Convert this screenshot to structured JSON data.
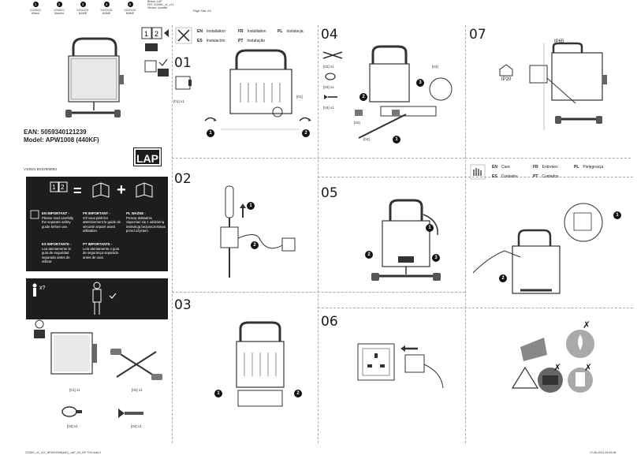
{
  "header": {
    "items": [
      {
        "num": "1",
        "date": "21/05/21",
        "name": "Wilson"
      },
      {
        "num": "2",
        "date": "12/06/21",
        "name": "Marsha"
      },
      {
        "num": "3",
        "date": "XX/XX/21",
        "name": "NAME"
      },
      {
        "num": "4",
        "date": "XX/XX/21",
        "name": "NAME"
      },
      {
        "num": "5",
        "date": "XX/XX/21",
        "name": "NAME"
      }
    ],
    "brand": "Brand: LAP",
    "pid": "PID: 219981_v1_v12",
    "vendor": "Vendor: Aurafile",
    "page_size": "Page Size: A3"
  },
  "product": {
    "ean": "EAN: 5059340121239",
    "model": "Model: APW1008 (440KF)",
    "code": "V10621  BX220IM/B3",
    "logo": "LAP"
  },
  "install_langs": [
    {
      "code": "EN",
      "text": "Installation"
    },
    {
      "code": "FR",
      "text": "Installation"
    },
    {
      "code": "PL",
      "text": "Instalacja"
    },
    {
      "code": "ES",
      "text": "Instalación"
    },
    {
      "code": "PT",
      "text": "Instalação"
    }
  ],
  "care_langs": [
    {
      "code": "EN",
      "text": "Care"
    },
    {
      "code": "FR",
      "text": "Entretien"
    },
    {
      "code": "PL",
      "text": "Pielęgnacja"
    },
    {
      "code": "ES",
      "text": "Cuidados"
    },
    {
      "code": "PT",
      "text": "Cuidados"
    }
  ],
  "important": {
    "en_title": "IMPORTANT -",
    "en_body": "Please read carefully the separate safety guide before use.",
    "fr_title": "IMPORTANT -",
    "fr_body": "S'il vous plaît lire attentivement le guide de sécurité séparé avant utilisation.",
    "pl_title": "WAŻNE -",
    "pl_body": "Proszę dokładnie zapoznać się z oddzielną instrukcją bezpieczeństwa przed użyciem.",
    "es_title": "IMPORTANTE -",
    "es_body": "Lea atentamente la guía de seguridad separado antes de utilizar.",
    "pt_title": "IMPORTANTE -",
    "pt_body": "Leia atentamente o guia de segurança separado antes de usar.",
    "labels": {
      "en": "EN",
      "fr": "FR",
      "pl": "PL",
      "es": "ES",
      "pt": "PT"
    }
  },
  "persons": "x?",
  "sections": {
    "s01": "01",
    "s02": "02",
    "s03": "03",
    "s04": "04",
    "s05": "05",
    "s06": "06",
    "s07": "07"
  },
  "parts": {
    "p01": "[01] x1",
    "p02": "[02] x1",
    "p03": "[03] x1",
    "p04": "[04] x1",
    "s04_p02": "[02] x1",
    "s04_p03": "[03] x1",
    "s04_p04": "[04] x1",
    "s04_02": "[02]",
    "s04_04": "[04]",
    "s04_03": "[03]",
    "s01_01": "[01]",
    "s01_01b": "[01] x1"
  },
  "ip": {
    "ip65": "IP65",
    "ip20": "IP20"
  },
  "steps": {
    "one": "1",
    "two": "2",
    "three": "3"
  },
  "footer": {
    "left": "221801_v1_v12_NPWS1008(440)_LAP_A3_DR TSG.indd  2",
    "right": "17-06-2021  09:43:08"
  }
}
